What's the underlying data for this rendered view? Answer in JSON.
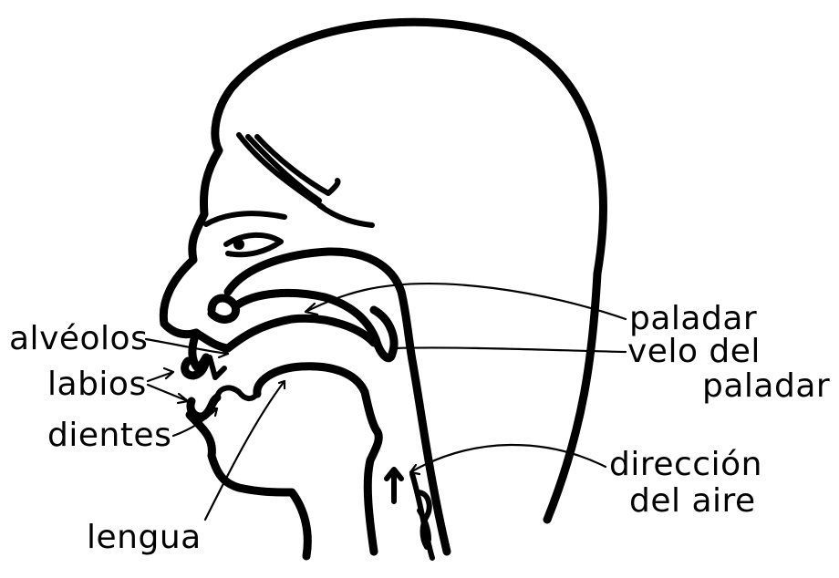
{
  "labels": {
    "alveolos": "alvéolos",
    "labios": "labios",
    "dientes": "dientes",
    "lengua": "lengua",
    "paladar": "paladar",
    "velo_line1": "velo del",
    "velo_line2": "paladar",
    "direccion_line1": "dirección",
    "direccion_line2": "del aire"
  },
  "colors": {
    "ink": "#000000",
    "background": "#ffffff"
  }
}
